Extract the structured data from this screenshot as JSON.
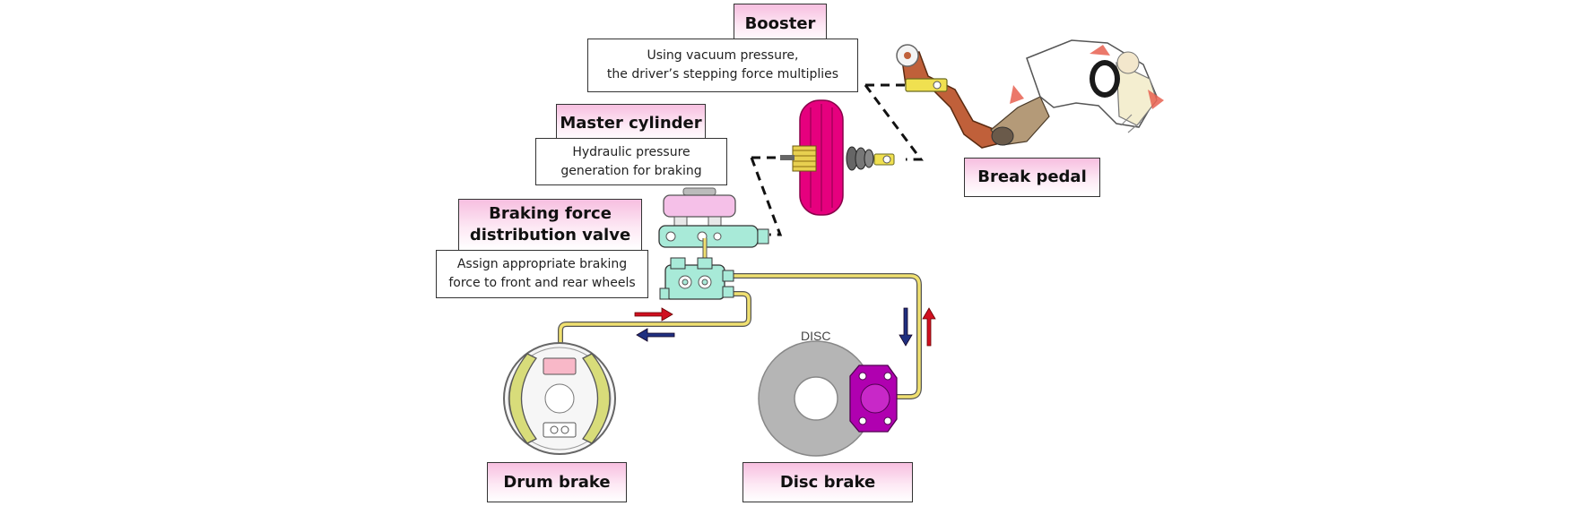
{
  "labels": {
    "booster": {
      "title": "Booster",
      "description": "Using vacuum pressure,\nthe driver’s stepping force multiplies"
    },
    "master_cylinder": {
      "title": "Master cylinder",
      "description": "Hydraulic pressure\ngeneration for braking"
    },
    "distribution_valve": {
      "title": "Braking force\ndistribution valve",
      "description": "Assign appropriate braking\nforce to front and rear wheels"
    },
    "brake_pedal": {
      "title": "Break pedal"
    },
    "drum_brake": {
      "title": "Drum brake"
    },
    "disc_brake": {
      "title": "Disc brake",
      "component_text": "DISC"
    }
  },
  "colors": {
    "label_fill_top": "#f7bfe0",
    "booster_body": "#e6007e",
    "master_cylinder_body": "#a8ead8",
    "reservoir": "#f5c0e8",
    "brake_line": "#f0e070",
    "caliper": "#b000b0",
    "pedal": "#c0603a",
    "disc": "#b5b5b5",
    "arrow_apply": "#d01020",
    "arrow_release": "#203080"
  }
}
